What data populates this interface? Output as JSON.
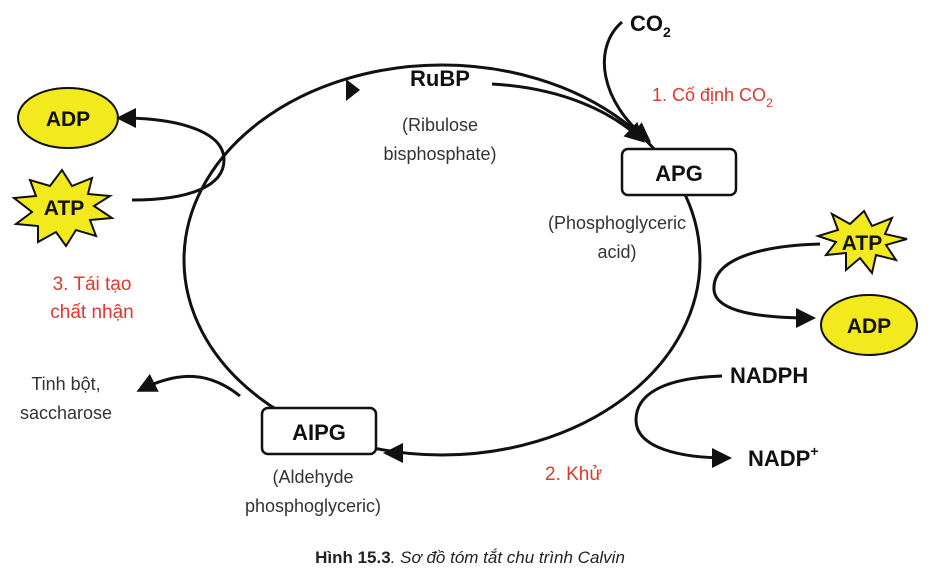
{
  "nodes": {
    "rubp": {
      "label": "RuBP",
      "desc_line1": "(Ribulose",
      "desc_line2": "bisphosphate)"
    },
    "apg": {
      "label": "APG",
      "desc_line1": "(Phosphoglyceric",
      "desc_line2": "acid)"
    },
    "aipg": {
      "label": "AIPG",
      "desc_line1": "(Aldehyde",
      "desc_line2": "phosphoglyceric)"
    }
  },
  "inputs": {
    "co2": {
      "main": "CO",
      "sub": "2"
    },
    "nadph": "NADPH",
    "nadp": {
      "main": "NADP",
      "sup": "+"
    },
    "atp_left": "ATP",
    "adp_left": "ADP",
    "atp_right": "ATP",
    "adp_right": "ADP"
  },
  "steps": {
    "step1": {
      "text": "1. Cố định CO",
      "sub": "2"
    },
    "step2": "2. Khử",
    "step3_line1": "3. Tái tạo",
    "step3_line2": "chất nhận"
  },
  "outputs": {
    "product_line1": "Tinh bột,",
    "product_line2": "saccharose"
  },
  "caption": {
    "label": "Hình 15.3",
    "text": ". Sơ đồ tóm tắt chu trình Calvin"
  },
  "colors": {
    "energy_fill": "#f2ea1d",
    "step_text": "#e0362c",
    "line": "#111111"
  }
}
